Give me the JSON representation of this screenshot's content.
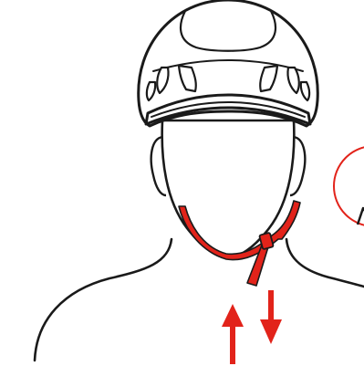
{
  "figure": {
    "subject": "helmet-chinstrap-fitting",
    "colors": {
      "outline": "#1a1a1a",
      "strap": "#e2231a",
      "arrow": "#e2231a",
      "background": "#ffffff"
    },
    "icons": [
      "helmet-icon",
      "head-icon",
      "chin-strap-icon",
      "arrow-up-icon",
      "arrow-down-icon",
      "detail-callout-circle"
    ],
    "arrows": [
      "up",
      "down"
    ]
  }
}
